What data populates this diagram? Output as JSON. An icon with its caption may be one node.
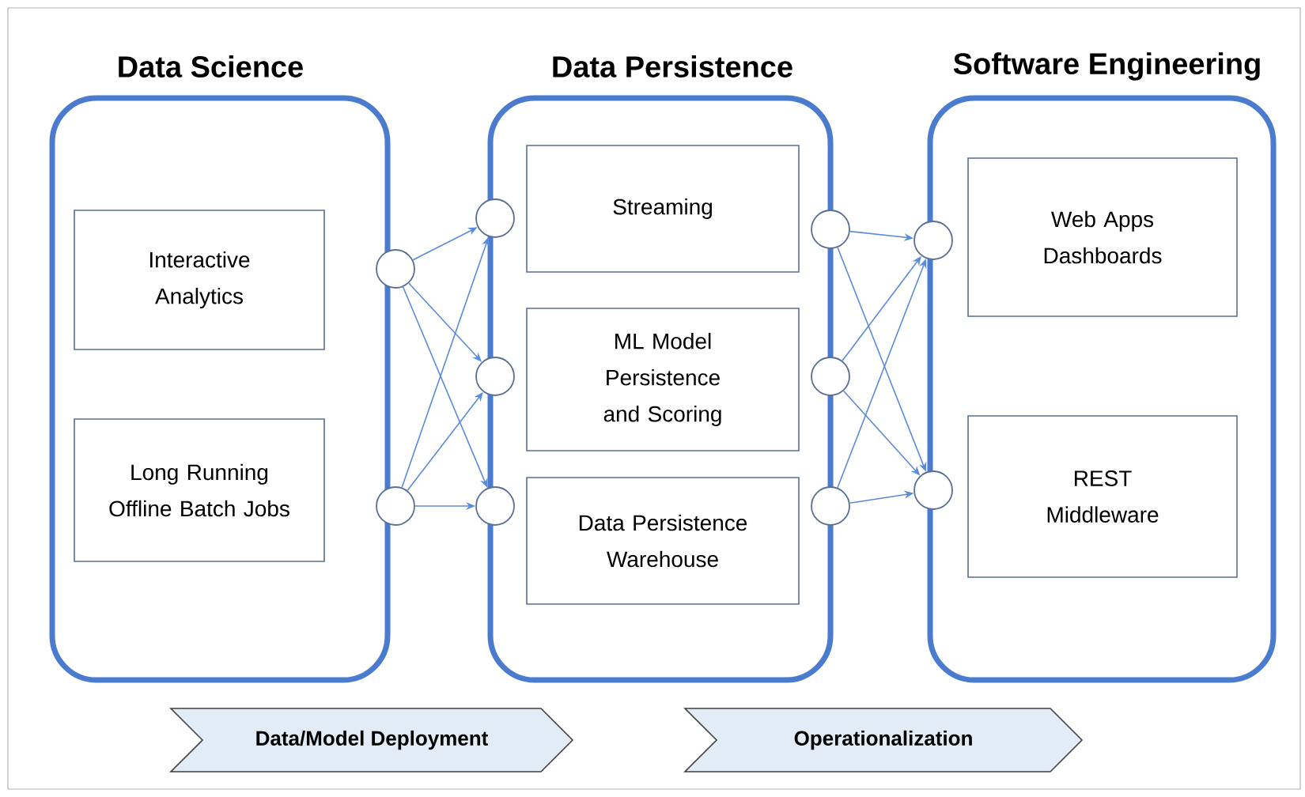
{
  "diagram": {
    "nodes": [
      {
        "text": [
          "Data Science"
        ]
      },
      {
        "text": [
          "Interactive Analytics"
        ],
        "in": 0
      },
      {
        "text": [
          "Long Running Offline Batch Jobs"
        ],
        "in": 0
      },
      {
        "text": [
          "Data Persistence"
        ]
      },
      {
        "text": [
          "Streaming"
        ],
        "in": 3
      },
      {
        "text": [
          "ML Model Persistence and Scoring"
        ],
        "in": 3
      },
      {
        "text": [
          "Data Persistence Warehouse"
        ],
        "in": 3
      },
      {
        "text": [
          "Software Engineering"
        ]
      },
      {
        "text": [
          "Web Apps Dashboards"
        ],
        "in": 7
      },
      {
        "text": [
          "REST Middleware"
        ],
        "in": 7
      },
      {
        "text": [],
        "shape": "circle"
      },
      {
        "text": [],
        "shape": "circle"
      },
      {
        "text": [],
        "shape": "circle"
      },
      {
        "text": [],
        "shape": "circle"
      },
      {
        "text": [],
        "shape": "circle"
      },
      {
        "text": [],
        "shape": "circle"
      },
      {
        "text": [],
        "shape": "circle"
      },
      {
        "text": [],
        "shape": "circle"
      },
      {
        "text": [],
        "shape": "circle"
      },
      {
        "text": [],
        "shape": "circle"
      },
      {
        "text": [
          "Data/Model Deployment"
        ]
      },
      {
        "text": [
          "Operationalization"
        ]
      }
    ],
    "edges": [
      {
        "from": 10,
        "to": 12,
        "arrow": "to"
      },
      {
        "from": 10,
        "to": 13,
        "arrow": "to"
      },
      {
        "from": 10,
        "to": 14,
        "arrow": "to"
      },
      {
        "from": 11,
        "to": 12,
        "arrow": "to"
      },
      {
        "from": 11,
        "to": 13,
        "arrow": "to"
      },
      {
        "from": 11,
        "to": 14,
        "arrow": "to"
      },
      {
        "from": 15,
        "to": 18,
        "arrow": "to"
      },
      {
        "from": 15,
        "to": 19,
        "arrow": "to"
      },
      {
        "from": 16,
        "to": 18,
        "arrow": "to"
      },
      {
        "from": 16,
        "to": 19,
        "arrow": "to"
      },
      {
        "from": 17,
        "to": 18,
        "arrow": "to"
      },
      {
        "from": 17,
        "to": 19,
        "arrow": "to"
      }
    ]
  }
}
